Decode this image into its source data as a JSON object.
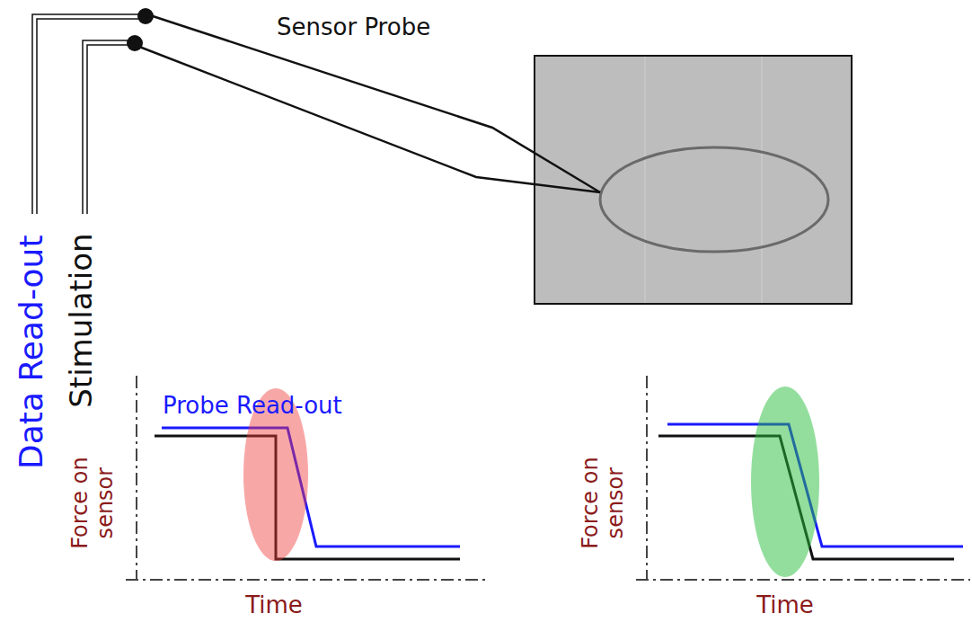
{
  "diagram": {
    "labels": [
      "Sensor Probe",
      "Data Read-out",
      "Stimulation",
      "Probe Read-out",
      "Force on sensor",
      "Time",
      "Force on sensor",
      "Time"
    ]
  }
}
